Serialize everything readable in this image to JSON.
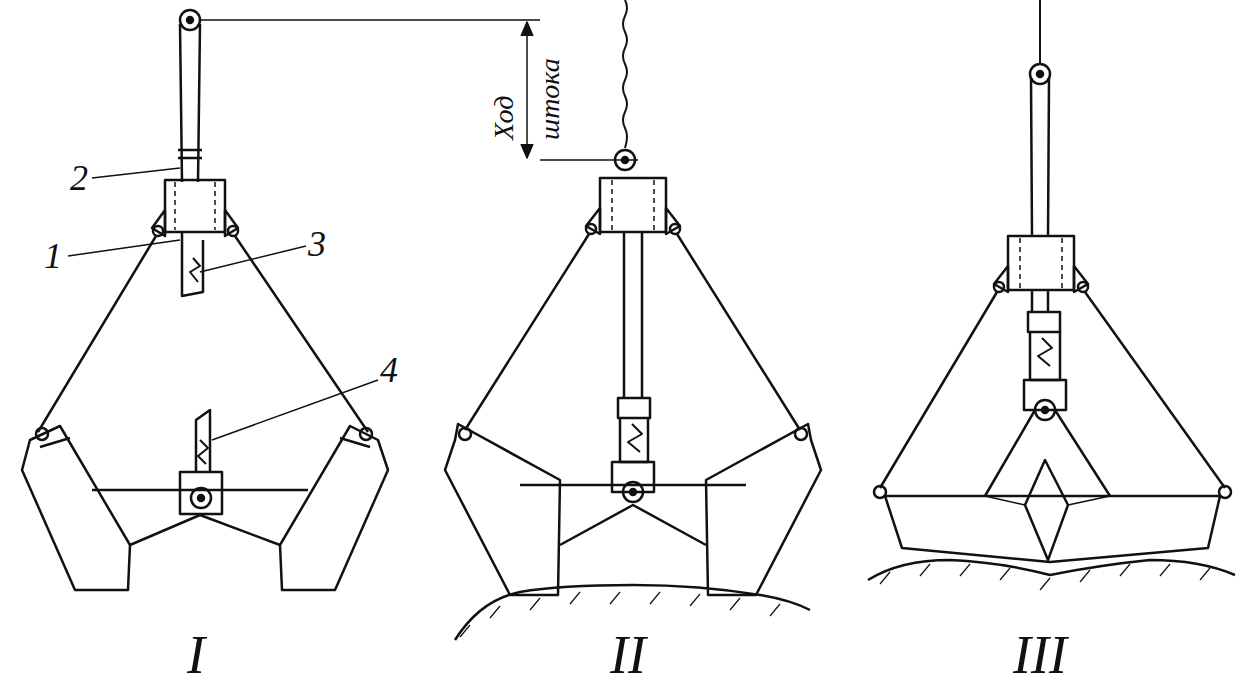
{
  "diagram": {
    "labels": [
      "2",
      "1",
      "3",
      "4",
      "Ход штока",
      "I",
      "II",
      "III"
    ]
  }
}
